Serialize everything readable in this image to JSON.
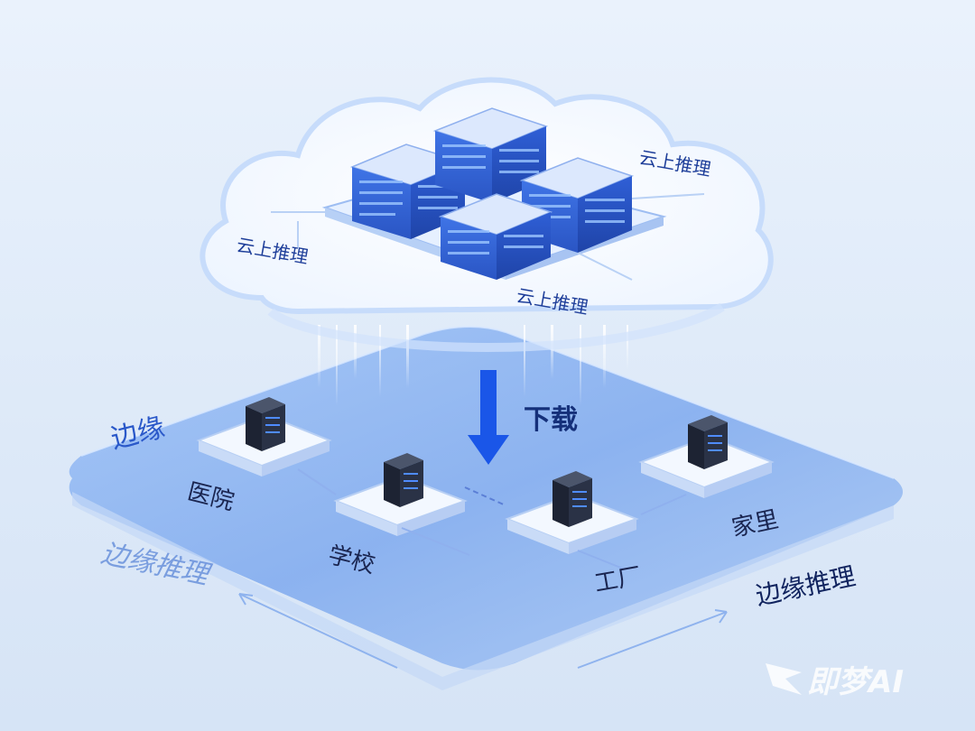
{
  "cloud": {
    "labels": [
      "云上推理",
      "云上推理",
      "云上推理"
    ]
  },
  "flow": {
    "download_label": "下载"
  },
  "edge": {
    "title": "边缘",
    "faint_label": "边缘推理",
    "inference_label": "边缘推理",
    "nodes": [
      {
        "label": "医院"
      },
      {
        "label": "学校"
      },
      {
        "label": "工厂"
      },
      {
        "label": "家里"
      }
    ]
  },
  "watermark": {
    "text": "即梦AI"
  },
  "colors": {
    "cloud": "#ffffff",
    "platform": "#7eaaf0",
    "server_blue": "#2f5fd6",
    "server_dark": "#1d2333",
    "arrow": "#1a56e8",
    "text_dark": "#1a2550"
  }
}
